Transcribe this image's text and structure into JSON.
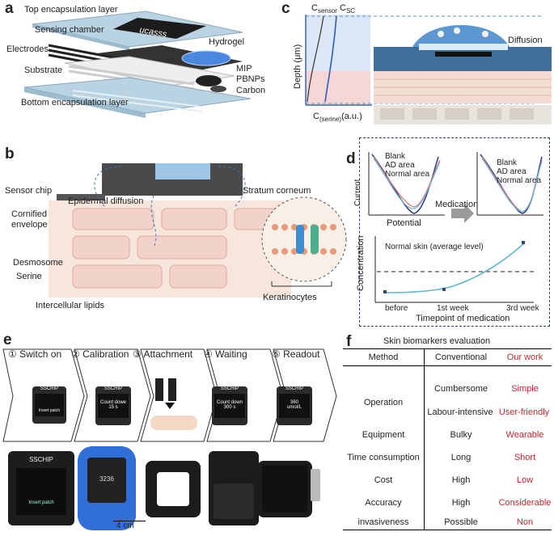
{
  "panels": {
    "a": {
      "letter": "a",
      "labels": [
        "Top encapsulation layer",
        "Sensing chamber",
        "Electrodes",
        "Substrate",
        "Hydrogel",
        "MIP",
        "PBNPs",
        "Carbon",
        "Bottom encapsulation layer"
      ],
      "chip_logo": "ucasss"
    },
    "b": {
      "letter": "b",
      "labels": [
        "Sensor chip",
        "Stratum corneum",
        "Epidermal diffusion",
        "Cornified envelope",
        "Desmosome",
        "Serine",
        "Intercellular lipids",
        "Keratinocytes"
      ]
    },
    "c": {
      "letter": "c",
      "c_sensor": "C",
      "c_sensor_sub": "sensor",
      "c_sc": "C",
      "c_sc_sub": "SC",
      "depth_label": "Depth (μm)",
      "x_label_main": "C",
      "x_label_sub": "(serine)",
      "x_label_unit": "(a.u.)",
      "diffusion": "Diffusion"
    },
    "d": {
      "letter": "d",
      "legend": [
        "Blank",
        "AD area",
        "Normal area"
      ],
      "current": "Current",
      "potential": "Potential",
      "medication": "Medication",
      "normal_skin": "Normal skin (average level)",
      "concentration": "Concentration",
      "timepoint": "Timepoint of medication",
      "ticks": [
        "before",
        "1st  week",
        "3rd  week"
      ]
    },
    "e": {
      "letter": "e",
      "steps": [
        {
          "num": "①",
          "label": "Switch on"
        },
        {
          "num": "②",
          "label": "Calibration"
        },
        {
          "num": "③",
          "label": "Attachment"
        },
        {
          "num": "④",
          "label": "Waiting"
        },
        {
          "num": "⑤",
          "label": "Readout"
        }
      ],
      "device_brand": "SSCHIP",
      "screens": [
        "Insert patch",
        "Count dowe\n15 s",
        "",
        "Count down\n300 s",
        "360\numol/L"
      ],
      "photo_screen_1": "Insert patch",
      "photo_screen_2": "3236",
      "scale": "4 cm"
    },
    "f": {
      "letter": "f",
      "title": "Skin biomarkers evaluation",
      "headers": [
        "Method",
        "Conventional",
        "Our work"
      ],
      "rows": [
        {
          "method": "Operation",
          "conventional": "Cumbersome",
          "ours": "Simple"
        },
        {
          "method": "",
          "conventional": "Labour-intensive",
          "ours": "User-friendly"
        },
        {
          "method": "Equipment",
          "conventional": "Bulky",
          "ours": "Wearable"
        },
        {
          "method": "Time consumption",
          "conventional": "Long",
          "ours": "Short"
        },
        {
          "method": "Cost",
          "conventional": "High",
          "ours": "Low"
        },
        {
          "method": "Accuracy",
          "conventional": "High",
          "ours": "Considerable"
        },
        {
          "method": "invasiveness",
          "conventional": "Possible",
          "ours": "Non"
        }
      ],
      "accent": "#c0282d"
    }
  }
}
